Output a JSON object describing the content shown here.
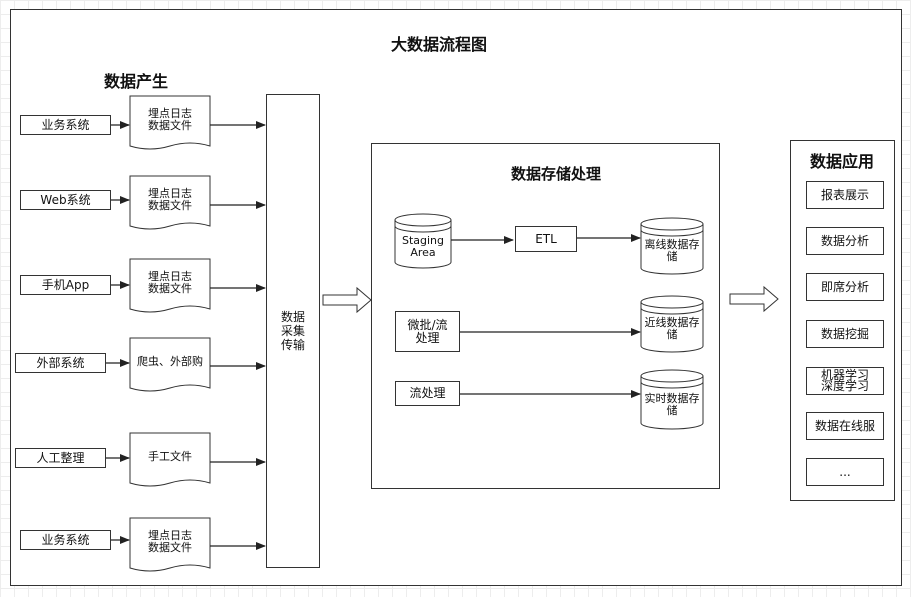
{
  "title": "大数据流程图",
  "generation": {
    "title": "数据产生",
    "rows": [
      {
        "source": "业务系统",
        "doc": "埋点日志\n数据文件"
      },
      {
        "source": "Web系统",
        "doc": "埋点日志\n数据文件"
      },
      {
        "source": "手机App",
        "doc": "埋点日志\n数据文件"
      },
      {
        "source": "外部系统",
        "doc": "爬虫、外部购"
      },
      {
        "source": "人工整理",
        "doc": "手工文件"
      },
      {
        "source": "业务系统",
        "doc": "埋点日志\n数据文件"
      }
    ]
  },
  "collection": {
    "label": "数据\n采集\n传输"
  },
  "storage": {
    "title": "数据存储处理",
    "staging": "Staging\nArea",
    "etl": "ETL",
    "batch": "微批/流\n处理",
    "stream": "流处理",
    "stores": [
      "离线数据存\n储",
      "近线数据存\n储",
      "实时数据存\n储"
    ]
  },
  "application": {
    "title": "数据应用",
    "items": [
      "报表展示",
      "数据分析",
      "即席分析",
      "数据挖掘",
      "机器学习\n深度学习",
      "数据在线服",
      "..."
    ]
  }
}
